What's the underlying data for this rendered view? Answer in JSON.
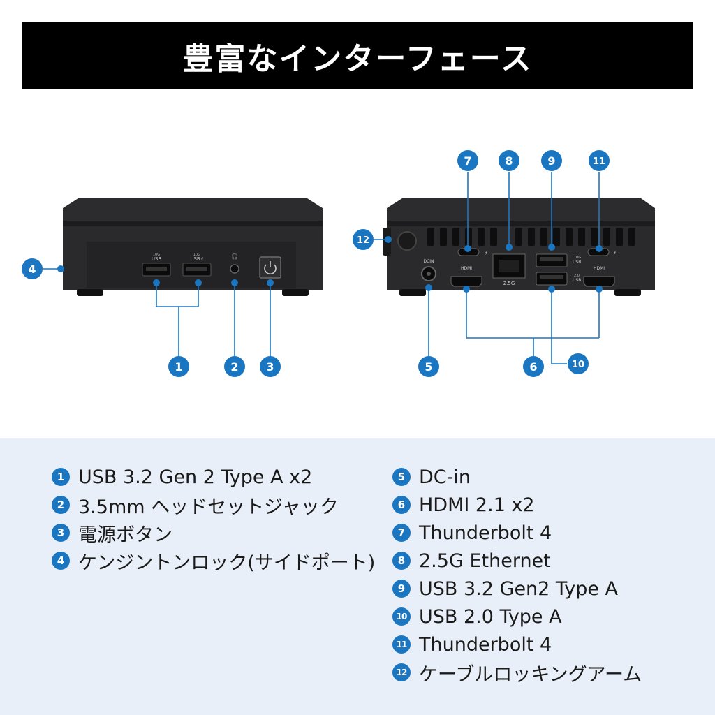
{
  "banner": {
    "title": "豊富なインターフェース"
  },
  "front_panel": {
    "ports": [
      {
        "caption_top": "10G",
        "caption_bottom": "USB"
      },
      {
        "caption_top": "10G",
        "caption_bottom": "USB⚡"
      }
    ]
  },
  "back_panel": {
    "dc_label": "DCIN",
    "hdmi_left": "HDMI",
    "hdmi_right": "HDMI",
    "ethernet_label": "2.5G",
    "usb_upper_label": "10G\nUSB",
    "usb_lower_label": "2.0\nUSB"
  },
  "callouts": [
    "1",
    "2",
    "3",
    "4",
    "5",
    "6",
    "7",
    "8",
    "9",
    "10",
    "11",
    "12"
  ],
  "legend": {
    "left": [
      {
        "num": "1",
        "text": "USB 3.2 Gen 2 Type A x2"
      },
      {
        "num": "2",
        "text": "3.5mm ヘッドセットジャック"
      },
      {
        "num": "3",
        "text": "電源ボタン"
      },
      {
        "num": "4",
        "text": "ケンジントンロック(サイドポート)"
      }
    ],
    "right": [
      {
        "num": "5",
        "text": "DC-in"
      },
      {
        "num": "6",
        "text": "HDMI 2.1 x2"
      },
      {
        "num": "7",
        "text": "Thunderbolt 4"
      },
      {
        "num": "8",
        "text": "2.5G Ethernet"
      },
      {
        "num": "9",
        "text": "USB 3.2 Gen2 Type A"
      },
      {
        "num": "10",
        "text": "USB 2.0 Type A"
      },
      {
        "num": "11",
        "text": "Thunderbolt 4"
      },
      {
        "num": "12",
        "text": "ケーブルロッキングアーム"
      }
    ]
  },
  "colors": {
    "accent": "#1b76c2",
    "legend_bg": "#e9eff8",
    "banner_bg": "#000000"
  }
}
